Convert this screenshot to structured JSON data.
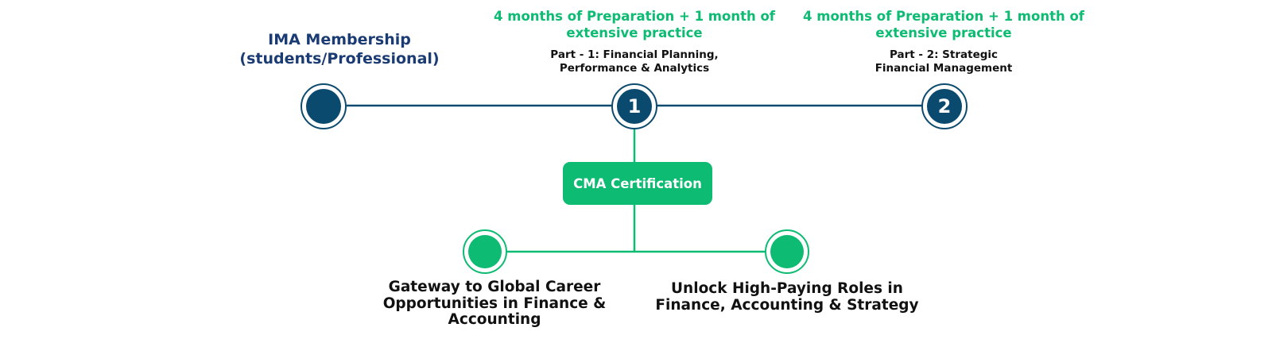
{
  "colors": {
    "navy": "#0b4a6f",
    "title_navy": "#1a3b73",
    "green": "#0dbb72",
    "text": "#111111"
  },
  "membership": {
    "title_line1": "IMA Membership",
    "title_line2": "(students/Professional)"
  },
  "part1": {
    "step_number": "1",
    "duration_line1": "4 months of Preparation + 1 month of",
    "duration_line2": "extensive practice",
    "name_line1": "Part - 1: Financial Planning,",
    "name_line2": "Performance & Analytics"
  },
  "part2": {
    "step_number": "2",
    "duration_line1": "4 months of Preparation + 1 month of",
    "duration_line2": "extensive practice",
    "name_line1": "Part - 2: Strategic",
    "name_line2": "Financial Management"
  },
  "certification": {
    "label": "CMA Certification"
  },
  "outcomes": [
    {
      "line1": "Gateway to Global Career",
      "line2": "Opportunities in Finance &",
      "line3": "Accounting"
    },
    {
      "line1": "Unlock High-Paying Roles in",
      "line2": "Finance, Accounting & Strategy"
    }
  ]
}
